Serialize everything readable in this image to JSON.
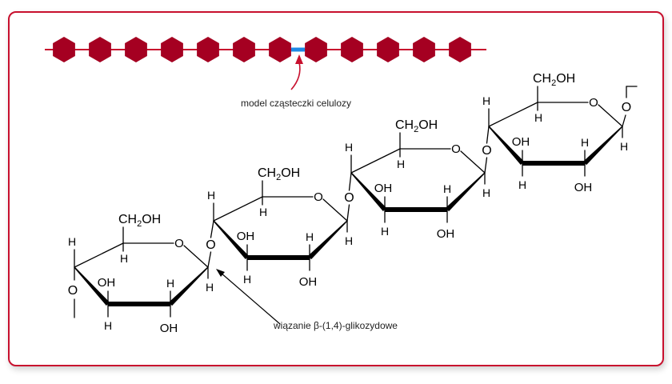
{
  "captions": {
    "model": "model cząsteczki celulozy",
    "bond": "wiązanie β-(1,4)-glikozydowe"
  },
  "atoms": {
    "O": "O",
    "H": "H",
    "OH": "OH",
    "CH2OH_prefix": "CH",
    "CH2OH_sub": "2",
    "CH2OH_suffix": "OH"
  },
  "model": {
    "hexagon_count": 12,
    "highlighted_link": 7
  },
  "rings": {
    "count": 4
  },
  "colors": {
    "frame": "#c8102e",
    "hexagon": "#a50021",
    "chain_line": "#c8102e",
    "highlight_link": "#1e88e5",
    "arrow_red": "#c8102e",
    "ink": "#000000"
  }
}
